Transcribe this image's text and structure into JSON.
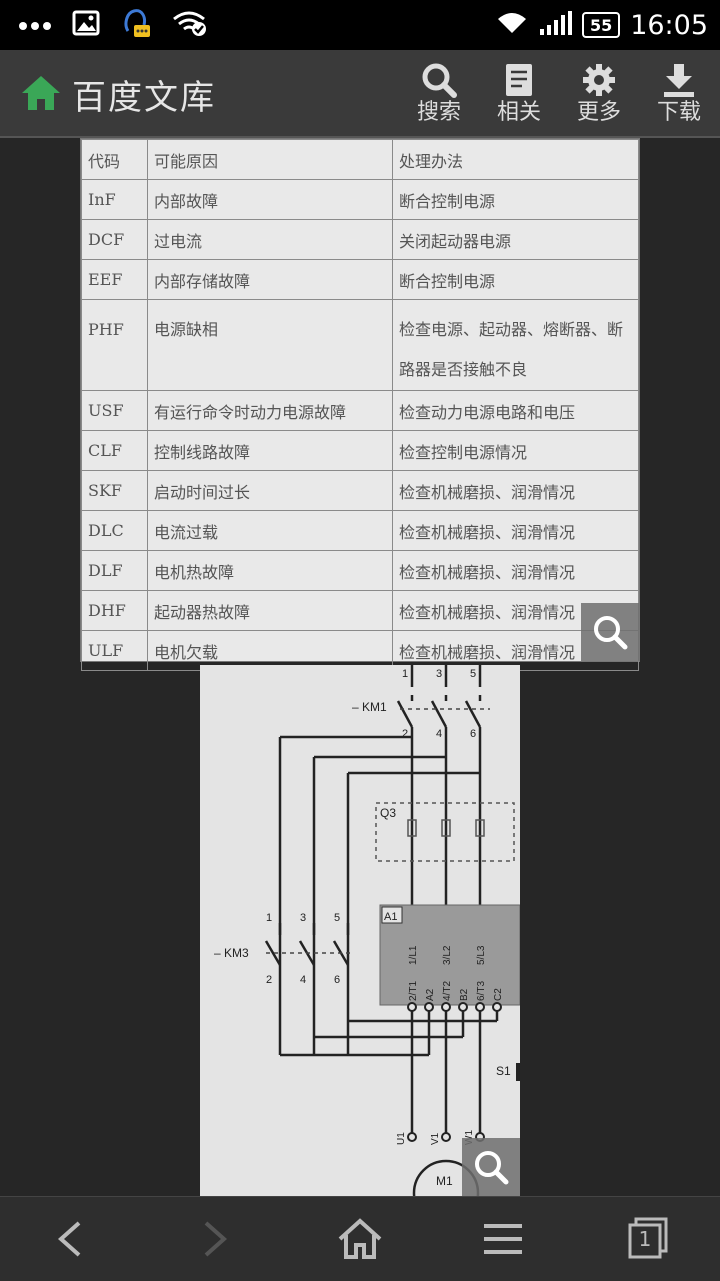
{
  "status_bar": {
    "time": "16:05",
    "battery": "55"
  },
  "app_bar": {
    "title": "百度文库",
    "actions": [
      {
        "label": "搜索",
        "icon": "search-icon"
      },
      {
        "label": "相关",
        "icon": "document-icon"
      },
      {
        "label": "更多",
        "icon": "gear-icon"
      },
      {
        "label": "下载",
        "icon": "download-icon"
      }
    ]
  },
  "fault_table": {
    "headers": [
      "代码",
      "可能原因",
      "处理办法"
    ],
    "rows": [
      [
        "InF",
        "内部故障",
        "断合控制电源"
      ],
      [
        "DCF",
        "过电流",
        "关闭起动器电源"
      ],
      [
        "EEF",
        "内部存储故障",
        "断合控制电源"
      ],
      [
        "PHF",
        "电源缺相",
        "检查电源、起动器、熔断器、断路器是否接触不良"
      ],
      [
        "USF",
        "有运行命令时动力电源故障",
        "检查动力电源电路和电压"
      ],
      [
        "CLF",
        "控制线路故障",
        "检查控制电源情况"
      ],
      [
        "SKF",
        "启动时间过长",
        "检查机械磨损、润滑情况"
      ],
      [
        "DLC",
        "电流过载",
        "检查机械磨损、润滑情况"
      ],
      [
        "DLF",
        "电机热故障",
        "检查机械磨损、润滑情况"
      ],
      [
        "DHF",
        "起动器热故障",
        "检查机械磨损、润滑情况"
      ],
      [
        "ULF",
        "电机欠载",
        "检查机械磨损、润滑情况"
      ]
    ]
  },
  "diagram": {
    "labels": {
      "km1": "– KM1",
      "km3": "– KM3",
      "q3": "Q3",
      "a1": "A1",
      "s1": "S1",
      "m1": "M1",
      "top_terms": [
        "1",
        "3",
        "5"
      ],
      "km1_bottom": [
        "2",
        "4",
        "6"
      ],
      "km3_top": [
        "1",
        "3",
        "5"
      ],
      "km3_bottom": [
        "2",
        "4",
        "6"
      ],
      "a1_in": [
        "1/L1",
        "3/L2",
        "5/L3"
      ],
      "a1_out": [
        "2/T1",
        "A2",
        "4/T2",
        "B2",
        "6/T3",
        "C2"
      ],
      "motor_terms": [
        "U1",
        "V1",
        "W1"
      ]
    }
  },
  "bottom_nav": {
    "tab_count": "1"
  },
  "colors": {
    "brand_green": "#3aa757",
    "appbar_bg": "#3a3a3a",
    "page_bg": "#262626"
  }
}
